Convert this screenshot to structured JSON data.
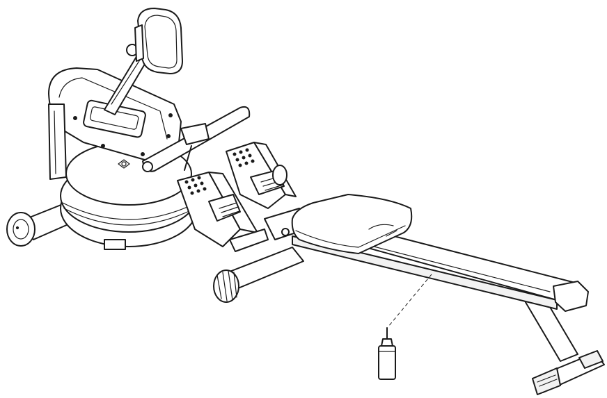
{
  "figure": {
    "subject": "rowing-machine-line-drawing",
    "colors": {
      "background": "#ffffff",
      "stroke": "#1a1a1a"
    },
    "parts": [
      "monitor",
      "monitor-arm",
      "frame",
      "water-tank",
      "handle-bar",
      "left-footrest",
      "right-footrest",
      "seat",
      "rail",
      "rear-stabilizer",
      "front-stabilizer",
      "oil-bottle"
    ]
  }
}
